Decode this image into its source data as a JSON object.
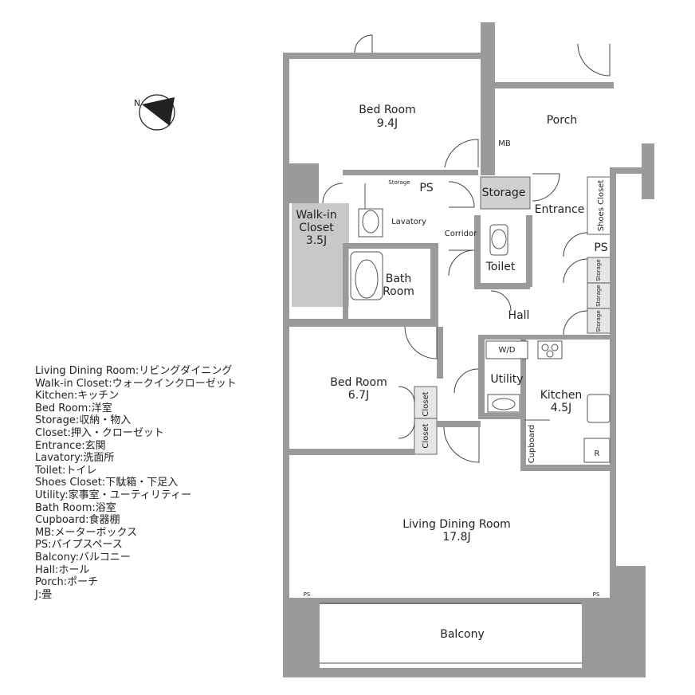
{
  "rooms": {
    "bedroom1": {
      "name": "Bed Room",
      "size": "9.4J"
    },
    "porch": "Porch",
    "mb": "MB",
    "walkin": {
      "line1": "Walk-in",
      "line2": "Closet",
      "size": "3.5J"
    },
    "storage_small": "Storage",
    "ps": "PS",
    "storage": "Storage",
    "entrance": "Entrance",
    "shoes_closet": "Shoes Closet",
    "lavatory": "Lavatory",
    "corridor": "Corridor",
    "toilet": "Toilet",
    "bath": {
      "line1": "Bath",
      "line2": "Room"
    },
    "hall": "Hall",
    "wd": "W/D",
    "utility": "Utility",
    "kitchen": {
      "name": "Kitchen",
      "size": "4.5J"
    },
    "bedroom2": {
      "name": "Bed Room",
      "size": "6.7J"
    },
    "closet": "Closet",
    "cupboard": "Cupboard",
    "fridge": "R",
    "living": {
      "name": "Living Dining Room",
      "size": "17.8J"
    },
    "balcony": "Balcony"
  },
  "legend": [
    "Living Dining Room:リビングダイニング",
    "Walk-in Closet:ウォークインクローゼット",
    "Kitchen:キッチン",
    "Bed Room:洋室",
    "Storage:収納・物入",
    "Closet:押入・クローゼット",
    "Entrance:玄関",
    "Lavatory:洗面所",
    "Toilet:トイレ",
    "Shoes Closet:下駄箱・下足入",
    "Utility:家事室・ユーティリティー",
    "Bath Room:浴室",
    "Cupboard:食器棚",
    "MB:メーターボックス",
    "PS:パイプスペース",
    "Balcony:バルコニー",
    "Hall:ホール",
    "Porch:ポーチ",
    "J:畳"
  ],
  "compass": {
    "letter": "N"
  }
}
